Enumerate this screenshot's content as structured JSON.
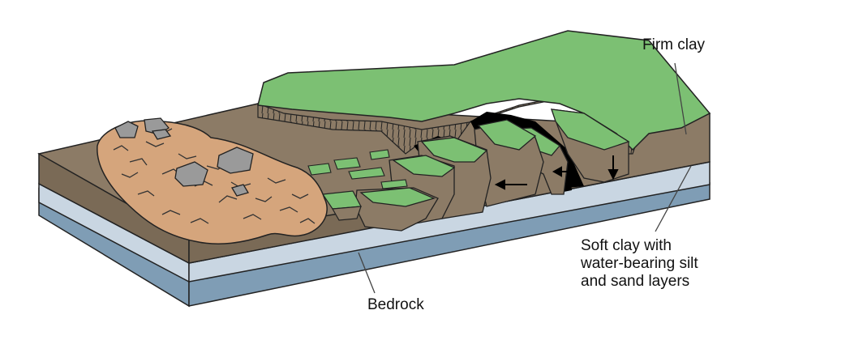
{
  "labels": {
    "firm_clay": "Firm clay",
    "soft_clay": [
      "Soft clay with",
      "water-bearing silt",
      "and sand layers"
    ],
    "bedrock": "Bedrock"
  },
  "colors": {
    "grass": "#7cc073",
    "soil": "#8c7b66",
    "soil_dark": "#7a6a56",
    "debris": "#d5a57c",
    "soft_clay_layer": "#c9d6e2",
    "bedrock_layer": "#7f9db5",
    "outline": "#222222",
    "void": "#000000",
    "rock": "#9a9a9a"
  }
}
